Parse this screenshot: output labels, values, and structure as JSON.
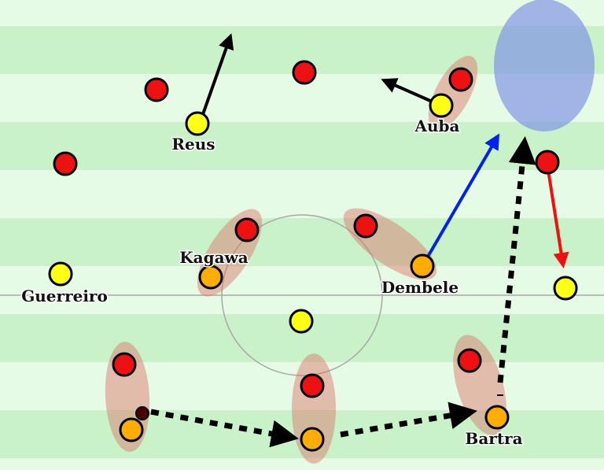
{
  "pitch": {
    "colors": {
      "stripe_light": "#e6fbe6",
      "stripe_dark": "#c9f2c9",
      "line": "#a8a8a8",
      "player_red": "#ee1111",
      "player_yellow": "#ffff11",
      "player_orange": "#ffad00",
      "zone": "rgba(220,110,100,0.45)",
      "space": "rgba(130,150,230,0.7)",
      "arrow_black": "#000000",
      "arrow_blue": "#0022ee",
      "arrow_red": "#ee1111"
    },
    "labels": {
      "reus": "Reus",
      "auba": "Auba",
      "kagawa": "Kagawa",
      "guerreiro": "Guerreiro",
      "dembele": "Dembele",
      "bartra": "Bartra"
    }
  }
}
